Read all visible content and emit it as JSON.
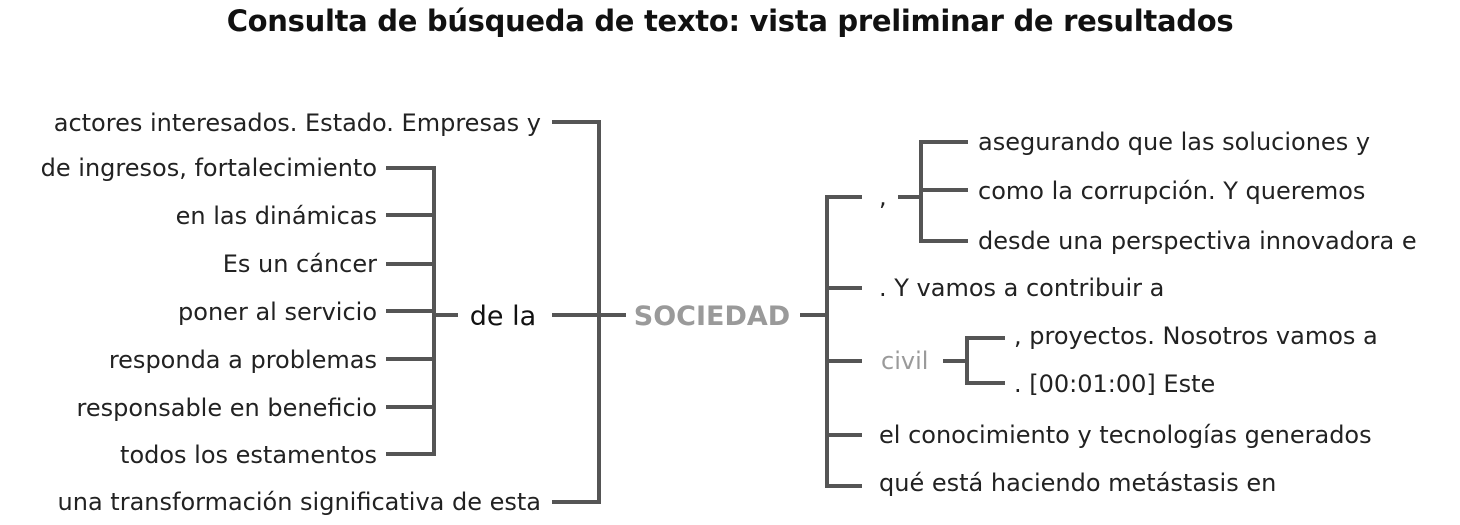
{
  "title": "Consulta de búsqueda de texto: vista preliminar de resultados",
  "root": "SOCIEDAD",
  "left": {
    "outer_top": "actores interesados. Estado. Empresas y",
    "outer_bottom": "una transformación significativa de esta",
    "hub": "de la",
    "hub_phrases": [
      "de ingresos, fortalecimiento",
      "en las dinámicas",
      "Es un cáncer",
      "poner al servicio",
      "responda a problemas",
      "responsable en beneficio",
      "todos los estamentos"
    ]
  },
  "right": {
    "comma_node": ",",
    "comma_phrases": [
      "asegurando que las soluciones y",
      "como la corrupción. Y queremos",
      "desde una perspectiva innovadora e"
    ],
    "direct_1": ". Y vamos a contribuir a",
    "civil_node": "civil",
    "civil_phrases": [
      ", proyectos. Nosotros vamos a",
      ". [00:01:00] Este"
    ],
    "direct_2": "el conocimiento y tecnologías generados",
    "direct_3": "qué está haciendo metástasis en"
  }
}
